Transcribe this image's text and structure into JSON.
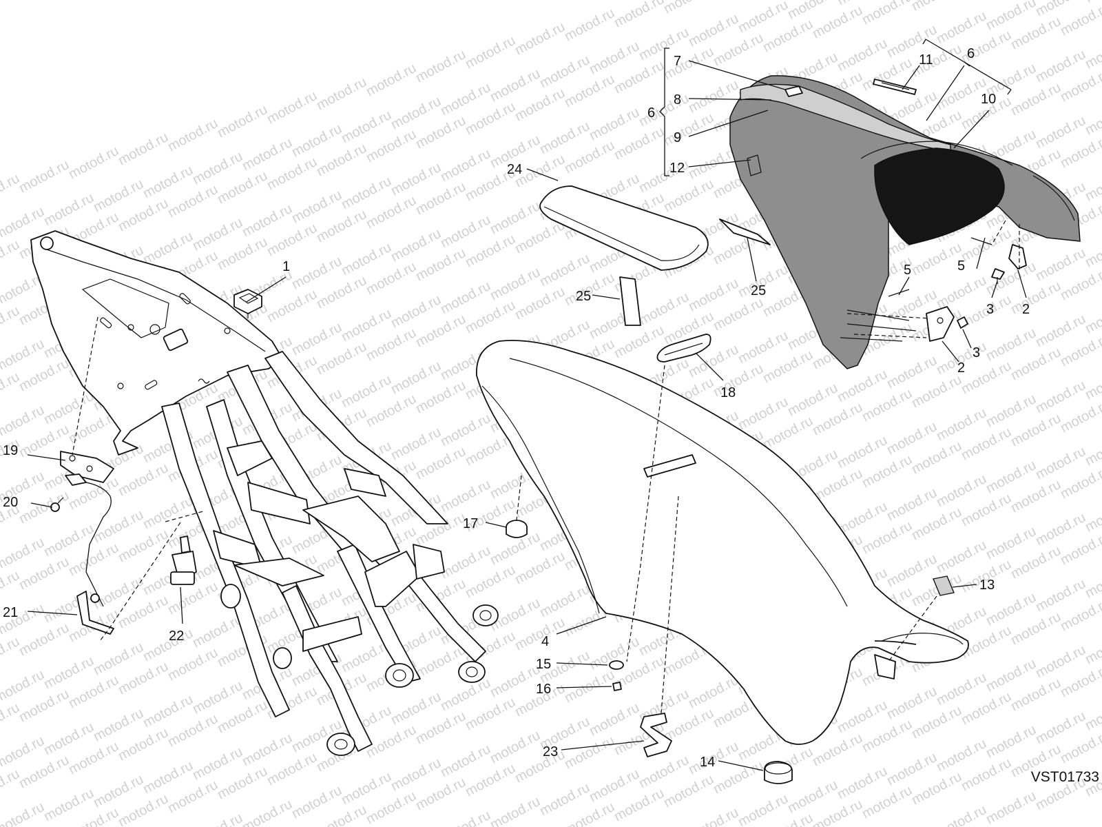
{
  "watermark": {
    "text": "motod.ru"
  },
  "drawing_code": "VST01733",
  "callouts": [
    {
      "id": "c1",
      "text": "1"
    },
    {
      "id": "c2a",
      "text": "2"
    },
    {
      "id": "c2b",
      "text": "2"
    },
    {
      "id": "c3a",
      "text": "3"
    },
    {
      "id": "c3b",
      "text": "3"
    },
    {
      "id": "c4",
      "text": "4"
    },
    {
      "id": "c5a",
      "text": "5"
    },
    {
      "id": "c5b",
      "text": "5"
    },
    {
      "id": "c6a",
      "text": "6"
    },
    {
      "id": "c6b",
      "text": "6"
    },
    {
      "id": "c7",
      "text": "7"
    },
    {
      "id": "c8",
      "text": "8"
    },
    {
      "id": "c9",
      "text": "9"
    },
    {
      "id": "c10",
      "text": "10"
    },
    {
      "id": "c11",
      "text": "11"
    },
    {
      "id": "c12",
      "text": "12"
    },
    {
      "id": "c13",
      "text": "13"
    },
    {
      "id": "c14",
      "text": "14"
    },
    {
      "id": "c15",
      "text": "15"
    },
    {
      "id": "c16",
      "text": "16"
    },
    {
      "id": "c17",
      "text": "17"
    },
    {
      "id": "c18",
      "text": "18"
    },
    {
      "id": "c19",
      "text": "19"
    },
    {
      "id": "c20",
      "text": "20"
    },
    {
      "id": "c21",
      "text": "21"
    },
    {
      "id": "c22",
      "text": "22"
    },
    {
      "id": "c23",
      "text": "23"
    },
    {
      "id": "c24",
      "text": "24"
    },
    {
      "id": "c25a",
      "text": "25"
    },
    {
      "id": "c25b",
      "text": "25"
    }
  ]
}
